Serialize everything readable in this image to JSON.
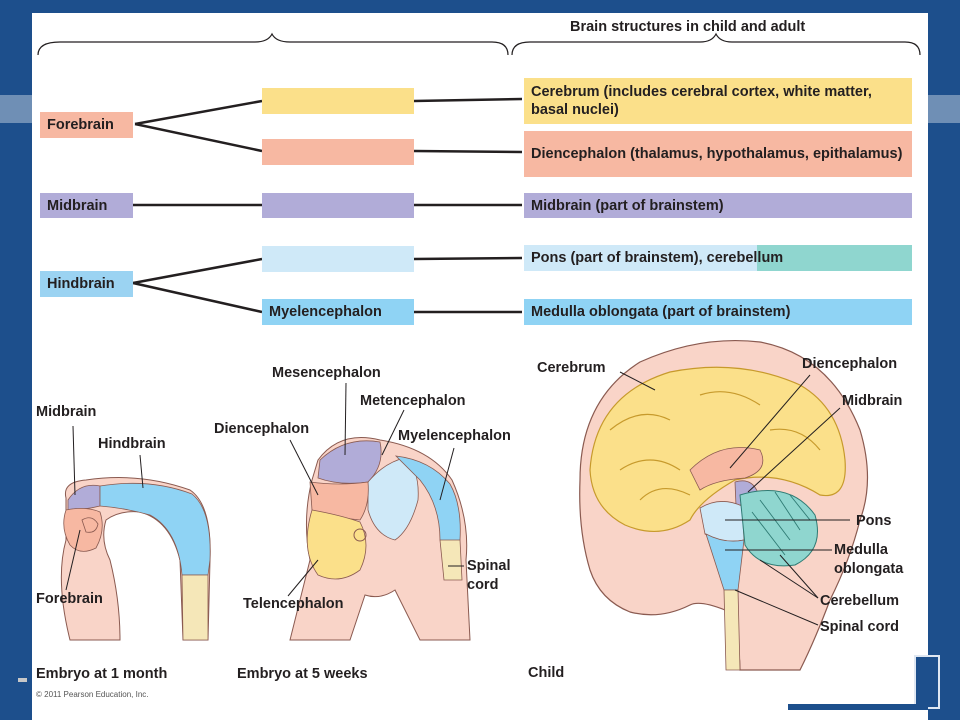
{
  "header": {
    "title": "Brain structures in child and adult"
  },
  "primary_vesicles": [
    {
      "label": "Forebrain",
      "color": "#f7b8a2"
    },
    {
      "label": "Midbrain",
      "color": "#b1acd8"
    },
    {
      "label": "Hindbrain",
      "color": "#9bd3f2"
    }
  ],
  "secondary_vesicles": [
    {
      "label": "",
      "color": "#fbe08a"
    },
    {
      "label": "",
      "color": "#f7b8a2"
    },
    {
      "label": "",
      "color": "#b1acd8"
    },
    {
      "label": "",
      "color": "#cfe9f8"
    },
    {
      "label": "Myelencephalon",
      "color": "#8fd3f4"
    }
  ],
  "adult_structures": [
    {
      "label": "Cerebrum (includes cerebral cortex, white matter, basal nuclei)",
      "color": "#fbe08a"
    },
    {
      "label": "Diencephalon (thalamus, hypothalamus, epithalamus)",
      "color": "#f7b8a2"
    },
    {
      "label": "Midbrain (part of brainstem)",
      "color": "#b1acd8"
    },
    {
      "label": "Pons (part of brainstem),  cerebellum",
      "color": "#cfe9f8",
      "accent": "#8fd6cf"
    },
    {
      "label": "Medulla oblongata (part of brainstem)",
      "color": "#8fd3f4"
    }
  ],
  "embryo_1_month": {
    "labels": {
      "midbrain": "Midbrain",
      "hindbrain": "Hindbrain",
      "forebrain": "Forebrain"
    },
    "caption": "Embryo at 1 month"
  },
  "embryo_5_weeks": {
    "labels": {
      "mesencephalon": "Mesencephalon",
      "metencephalon": "Metencephalon",
      "diencephalon": "Diencephalon",
      "myelencephalon": "Myelencephalon",
      "spinal_cord_1": "Spinal",
      "spinal_cord_2": "cord",
      "telencephalon": "Telencephalon"
    },
    "caption": "Embryo at 5 weeks"
  },
  "child": {
    "labels": {
      "cerebrum": "Cerebrum",
      "diencephalon": "Diencephalon",
      "midbrain": "Midbrain",
      "pons": "Pons",
      "medulla_1": "Medulla",
      "medulla_2": "oblongata",
      "cerebellum": "Cerebellum",
      "spinal_cord": "Spinal cord"
    },
    "caption": "Child"
  },
  "footer": {
    "copyright": "© 2011 Pearson Education, Inc."
  },
  "colors": {
    "frame": "#1d4f8c",
    "yellow": "#fbe08a",
    "salmon": "#f7b8a2",
    "lavender": "#b1acd8",
    "pale_blue": "#cfe9f8",
    "sky_blue": "#8fd3f4",
    "teal": "#8fd6cf",
    "skin": "#f9d4c8"
  }
}
